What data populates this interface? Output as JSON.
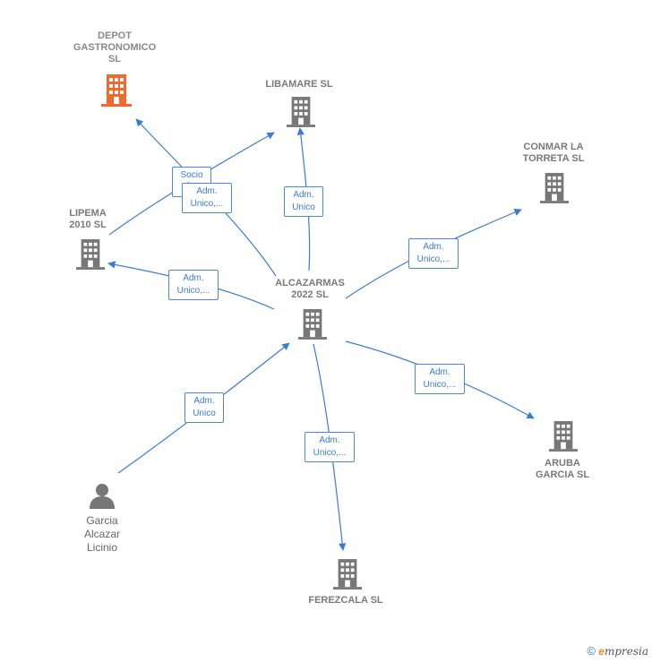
{
  "colors": {
    "edge": "#3a7bd5",
    "node_icon": "#777777",
    "highlight_icon": "#f26a2b",
    "person_icon": "#777777"
  },
  "nodes": {
    "depot": {
      "label": "DEPOT\nGASTRONOMICO\nSL",
      "icon": "building-icon-highlighted"
    },
    "libamare": {
      "label": "LIBAMARE SL",
      "icon": "building-icon"
    },
    "conmar": {
      "label": "CONMAR LA\nTORRETA  SL",
      "icon": "building-icon"
    },
    "lipema": {
      "label": "LIPEMA\n2010  SL",
      "icon": "building-icon"
    },
    "alcazarmas": {
      "label": "ALCAZARMAS\n2022  SL",
      "icon": "building-icon"
    },
    "aruba": {
      "label": "ARUBA\nGARCIA  SL",
      "icon": "building-icon"
    },
    "ferezcala": {
      "label": "FEREZCALA SL",
      "icon": "building-icon"
    },
    "garcia": {
      "label": "Garcia\nAlcazar\nLicinio",
      "icon": "person-icon"
    }
  },
  "edge_labels": {
    "socio": "Socio\nÚ...",
    "lipema_libamare": "Adm.\nUnico,...",
    "libamare": "Adm.\nUnico",
    "conmar": "Adm.\nUnico,...",
    "lipema": "Adm.\nUnico,...",
    "aruba": "Adm.\nUnico,...",
    "ferezcala": "Adm.\nUnico,...",
    "garcia": "Adm.\nUnico"
  },
  "footer": {
    "copyright": "©",
    "brand_e": "e",
    "brand_rest": "mpresia"
  }
}
